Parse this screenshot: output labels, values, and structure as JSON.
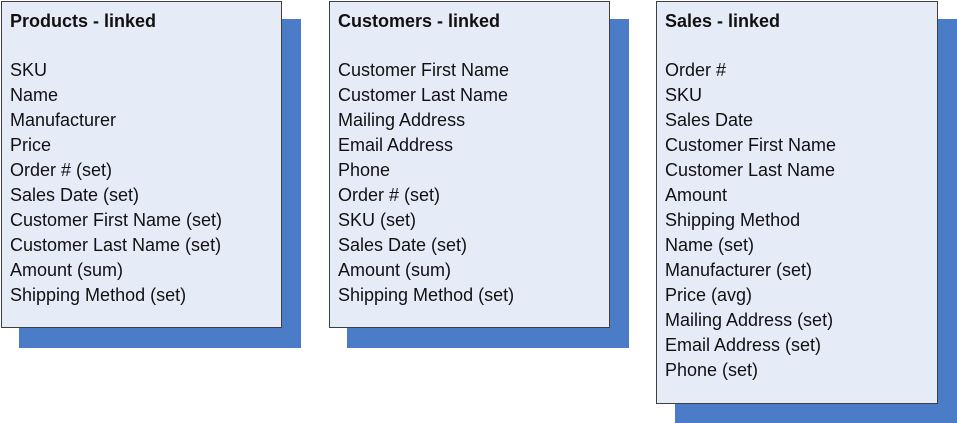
{
  "tables": [
    {
      "title": "Products - linked",
      "fields": [
        "SKU",
        "Name",
        "Manufacturer",
        "Price",
        "Order # (set)",
        "Sales Date (set)",
        "Customer First Name (set)",
        "Customer Last Name (set)",
        "Amount (sum)",
        "Shipping Method (set)"
      ]
    },
    {
      "title": "Customers - linked",
      "fields": [
        "Customer First Name",
        "Customer Last Name",
        "Mailing Address",
        "Email Address",
        "Phone",
        "Order # (set)",
        "SKU (set)",
        "Sales Date (set)",
        "Amount (sum)",
        "Shipping Method (set)"
      ]
    },
    {
      "title": "Sales - linked",
      "fields": [
        "Order #",
        "SKU",
        "Sales Date",
        "Customer First Name",
        "Customer Last Name",
        "Amount",
        "Shipping Method",
        "Name (set)",
        "Manufacturer (set)",
        "Price (avg)",
        "Mailing Address (set)",
        "Email Address (set)",
        "Phone (set)"
      ]
    }
  ],
  "colors": {
    "box_fill": "#e6ecf7",
    "box_border": "#3f3f3f",
    "shadow": "#4a7cc7",
    "text": "#111111"
  }
}
